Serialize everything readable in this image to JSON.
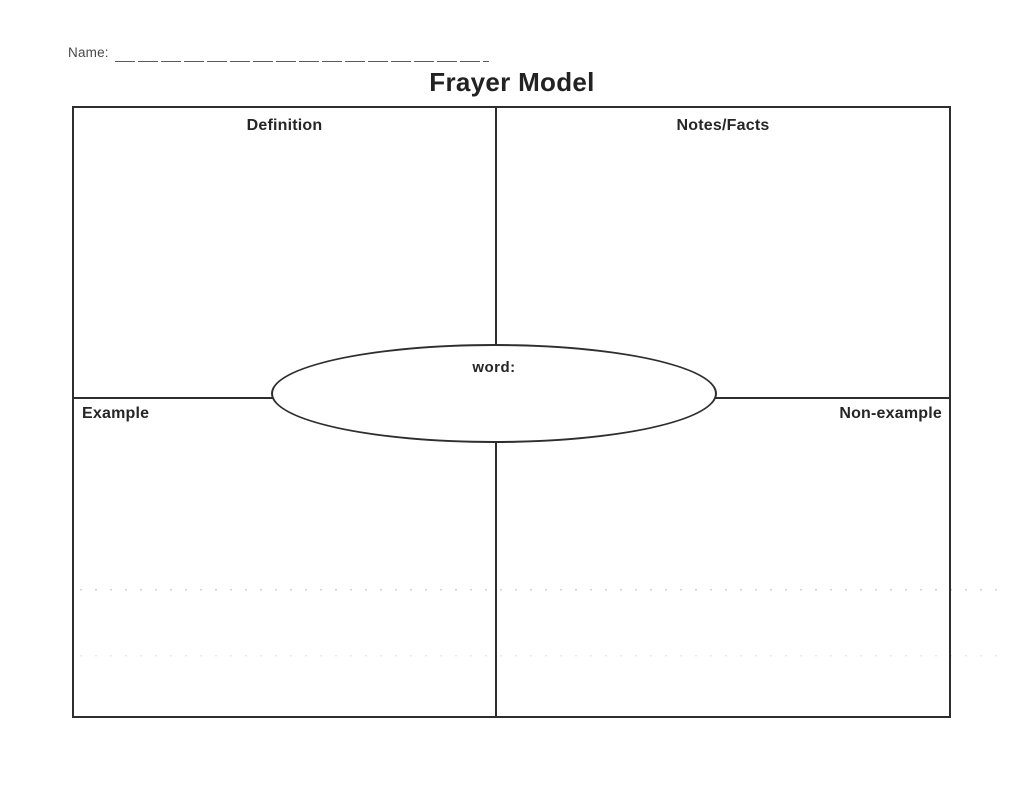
{
  "page": {
    "background": "#ffffff",
    "name_label": "Name:",
    "title": "Frayer Model"
  },
  "diagram": {
    "word_label": "word:",
    "quadrants": {
      "top_left": {
        "label": "Definition"
      },
      "top_right": {
        "label": "Notes/Facts"
      },
      "bottom_left": {
        "label": "Example"
      },
      "bottom_right": {
        "label": "Non-example"
      }
    },
    "colors": {
      "line": "#2e2e2e",
      "label_text": "#262626",
      "name_text": "#4a4a4a"
    }
  }
}
